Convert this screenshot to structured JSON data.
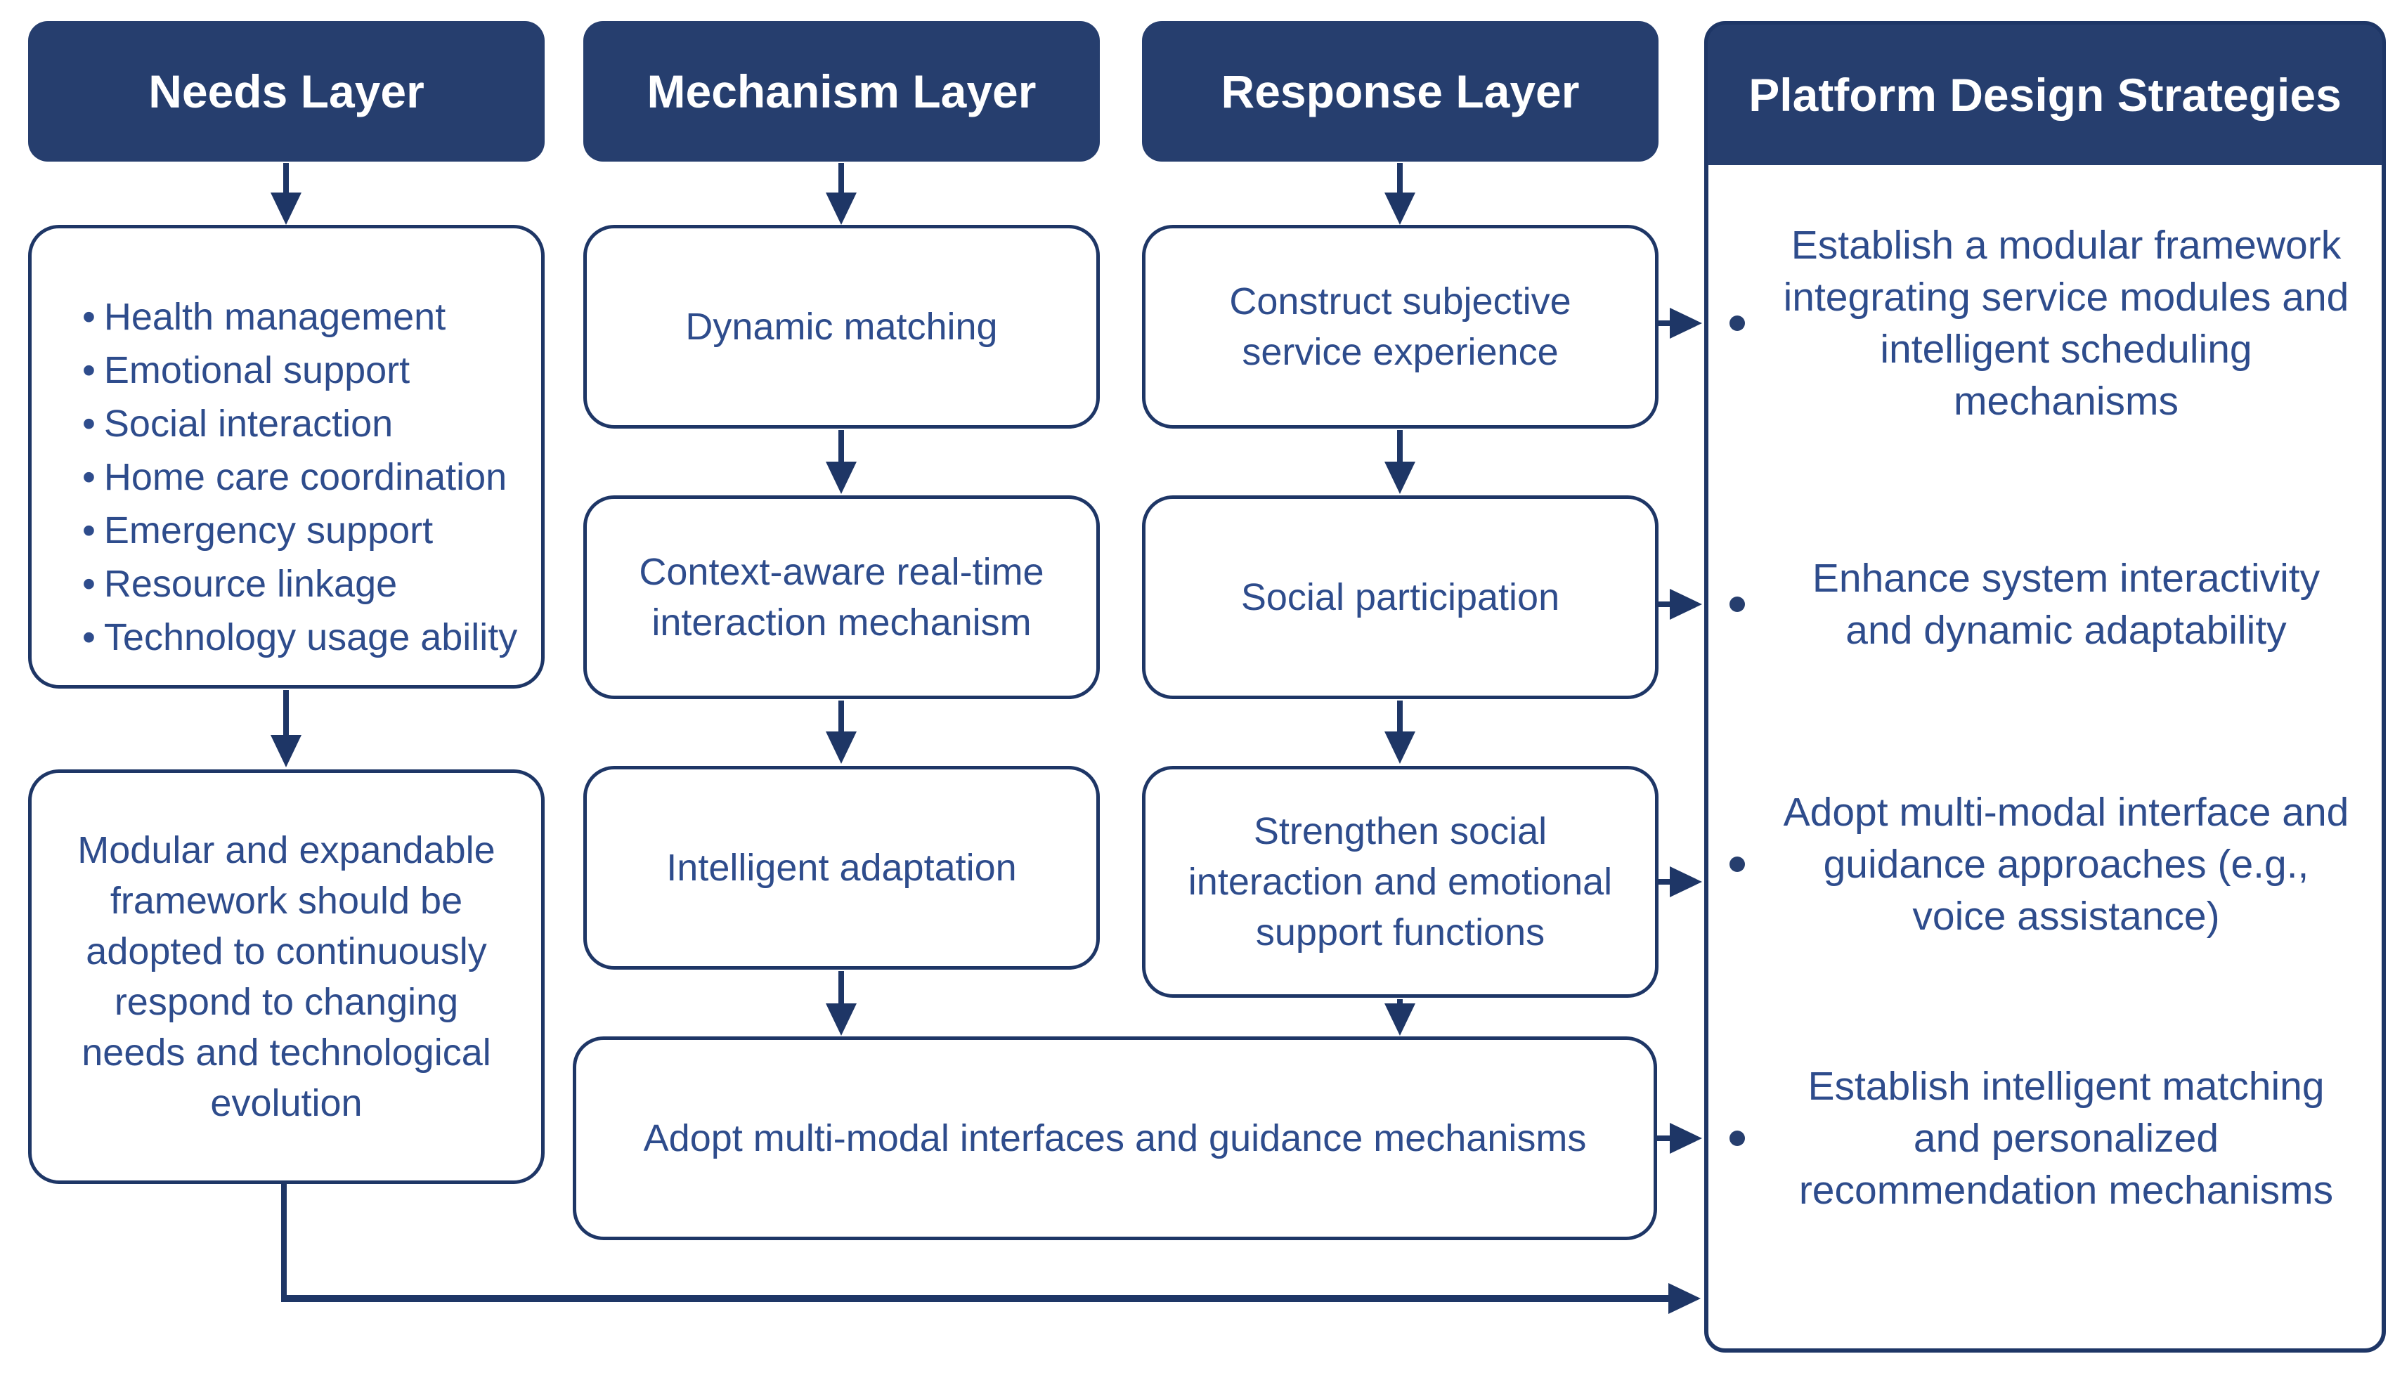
{
  "glyphs": {
    "bullet": "•"
  },
  "colors": {
    "navy_fill": "#263E6E",
    "box_border": "#1E3666",
    "text_ink": "#2E4C8C"
  },
  "headers": {
    "needs": "Needs Layer",
    "mechanism": "Mechanism Layer",
    "response": "Response Layer",
    "platform": "Platform Design Strategies"
  },
  "needs": {
    "bullets": [
      "Health management",
      "Emotional support",
      "Social interaction",
      "Home care coordination",
      "Emergency support",
      "Resource linkage",
      "Technology usage ability"
    ],
    "note": "Modular and expandable framework should be adopted to continuously respond to changing needs and technological evolution"
  },
  "mechanism": {
    "box1": "Dynamic matching",
    "box2": "Context-aware real-time interaction mechanism",
    "box3": "Intelligent adaptation"
  },
  "response": {
    "box1": "Construct subjective service experience",
    "box2": "Social participation",
    "box3": "Strengthen social interaction and emotional support functions"
  },
  "shared": {
    "box": "Adopt multi-modal interfaces and guidance mechanisms"
  },
  "strategies": [
    "Establish a modular framework integrating service modules and intelligent scheduling mechanisms",
    "Enhance system interactivity and dynamic adaptability",
    "Adopt multi-modal interface and guidance approaches (e.g., voice assistance)",
    "Establish intelligent matching and personalized recommendation mechanisms"
  ]
}
